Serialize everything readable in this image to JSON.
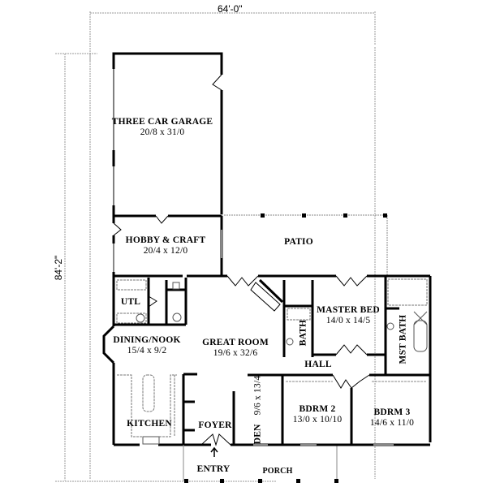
{
  "plan": {
    "overall_width": "64'-0\"",
    "overall_depth": "84'-2\""
  },
  "rooms": [
    {
      "name": "THREE CAR GARAGE",
      "dims": "20/8 x 31/0"
    },
    {
      "name": "HOBBY & CRAFT",
      "dims": "20/4 x 12/0"
    },
    {
      "name": "PATIO",
      "dims": ""
    },
    {
      "name": "UTL",
      "dims": ""
    },
    {
      "name": "DINING/NOOK",
      "dims": "15/4 x 9/2"
    },
    {
      "name": "GREAT ROOM",
      "dims": "19/6 x 32/6"
    },
    {
      "name": "MASTER BED",
      "dims": "14/0 x 14/5"
    },
    {
      "name": "BATH",
      "dims": ""
    },
    {
      "name": "MST BATH",
      "dims": ""
    },
    {
      "name": "HALL",
      "dims": ""
    },
    {
      "name": "KITCHEN",
      "dims": ""
    },
    {
      "name": "FOYER",
      "dims": ""
    },
    {
      "name": "DEN",
      "dims": "9/6 x 13/4"
    },
    {
      "name": "BDRM 2",
      "dims": "13/0 x 10/10"
    },
    {
      "name": "BDRM 3",
      "dims": "14/6 x 11/0"
    },
    {
      "name": "ENTRY",
      "dims": ""
    },
    {
      "name": "PORCH",
      "dims": ""
    }
  ],
  "colors": {
    "wall": "#000000",
    "dimension_line": "#9a9a9a",
    "fixture": "#555555",
    "background": "#ffffff"
  }
}
